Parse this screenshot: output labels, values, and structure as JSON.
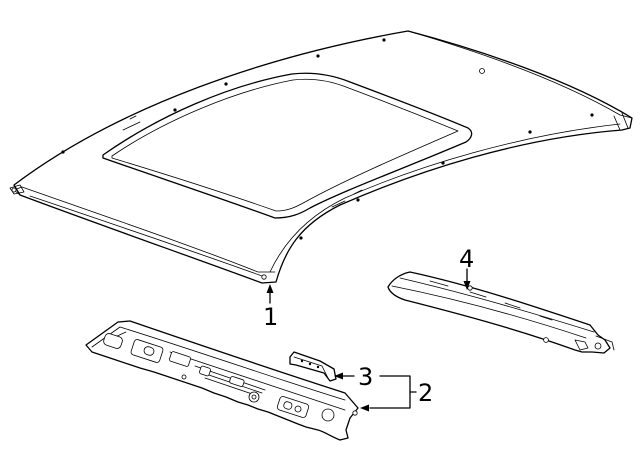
{
  "callouts": {
    "c1": "1",
    "c2": "2",
    "c3": "3",
    "c4": "4"
  },
  "colors": {
    "line": "#000000",
    "background": "#ffffff"
  }
}
